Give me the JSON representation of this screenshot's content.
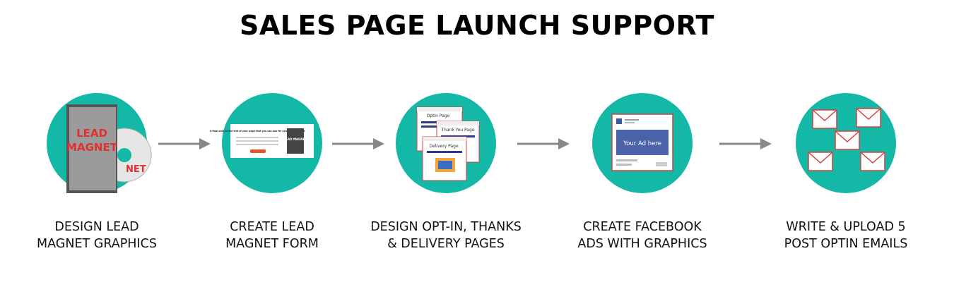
{
  "title": "SALES PAGE LAUNCH SUPPORT",
  "accent_color": "#13b8a6",
  "arrow_color": "#888888",
  "steps": [
    {
      "icon": "lead-magnet-dvd-icon",
      "line1": "DESIGN LEAD",
      "line2": "MAGNET GRAPHICS",
      "art": {
        "word1": "LEAD",
        "word2": "MAGNET",
        "disc_text": "NET"
      }
    },
    {
      "icon": "lead-magnet-form-icon",
      "line1": "CREATE LEAD",
      "line2": "MAGNET FORM",
      "art": {
        "heading": "A final area at the end of your page that you can use for your lead magnet",
        "book_text": "LEAD MAGNET"
      }
    },
    {
      "icon": "optin-pages-icon",
      "line1": "DESIGN OPT-IN, THANKS",
      "line2": "& DELIVERY PAGES",
      "art": {
        "page1": "Optin Page",
        "page2": "Thank You Page",
        "page3": "Delivery Page"
      }
    },
    {
      "icon": "facebook-ad-icon",
      "line1": "CREATE FACEBOOK",
      "line2": "ADS WITH GRAPHICS",
      "art": {
        "ad_text": "Your Ad here"
      }
    },
    {
      "icon": "emails-icon",
      "line1": "WRITE & UPLOAD 5",
      "line2": "POST OPTIN EMAILS"
    }
  ]
}
